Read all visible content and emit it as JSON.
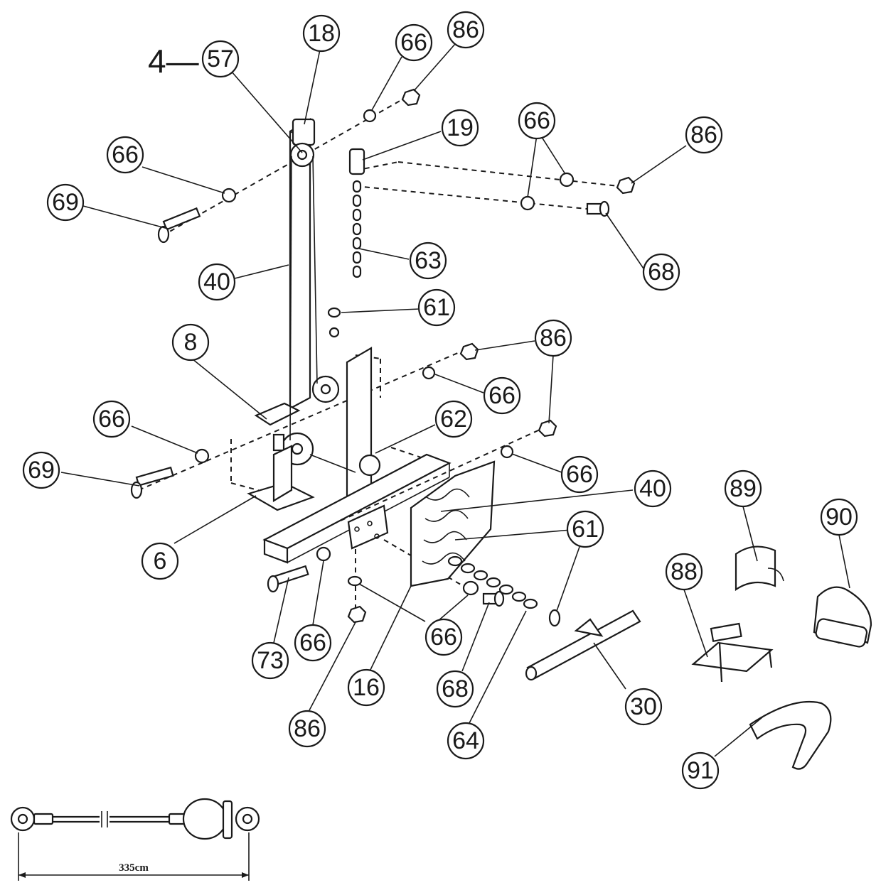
{
  "diagram": {
    "assembly_prefix": "4—",
    "callouts": [
      {
        "id": "c-57",
        "label": "57"
      },
      {
        "id": "c-18",
        "label": "18"
      },
      {
        "id": "c-66a",
        "label": "66"
      },
      {
        "id": "c-86a",
        "label": "86"
      },
      {
        "id": "c-19",
        "label": "19"
      },
      {
        "id": "c-66b",
        "label": "66"
      },
      {
        "id": "c-86b",
        "label": "86"
      },
      {
        "id": "c-66c",
        "label": "66"
      },
      {
        "id": "c-69a",
        "label": "69"
      },
      {
        "id": "c-63",
        "label": "63"
      },
      {
        "id": "c-68a",
        "label": "68"
      },
      {
        "id": "c-40a",
        "label": "40"
      },
      {
        "id": "c-61a",
        "label": "61"
      },
      {
        "id": "c-8",
        "label": "8"
      },
      {
        "id": "c-86c",
        "label": "86"
      },
      {
        "id": "c-66d",
        "label": "66"
      },
      {
        "id": "c-66e",
        "label": "66"
      },
      {
        "id": "c-62",
        "label": "62"
      },
      {
        "id": "c-69b",
        "label": "69"
      },
      {
        "id": "c-66f",
        "label": "66"
      },
      {
        "id": "c-40b",
        "label": "40"
      },
      {
        "id": "c-89",
        "label": "89"
      },
      {
        "id": "c-90",
        "label": "90"
      },
      {
        "id": "c-61b",
        "label": "61"
      },
      {
        "id": "c-6",
        "label": "6"
      },
      {
        "id": "c-88",
        "label": "88"
      },
      {
        "id": "c-66g",
        "label": "66"
      },
      {
        "id": "c-66h",
        "label": "66"
      },
      {
        "id": "c-73",
        "label": "73"
      },
      {
        "id": "c-16",
        "label": "16"
      },
      {
        "id": "c-68b",
        "label": "68"
      },
      {
        "id": "c-30",
        "label": "30"
      },
      {
        "id": "c-86d",
        "label": "86"
      },
      {
        "id": "c-64",
        "label": "64"
      },
      {
        "id": "c-91",
        "label": "91"
      }
    ],
    "cable_length": "335cm"
  }
}
